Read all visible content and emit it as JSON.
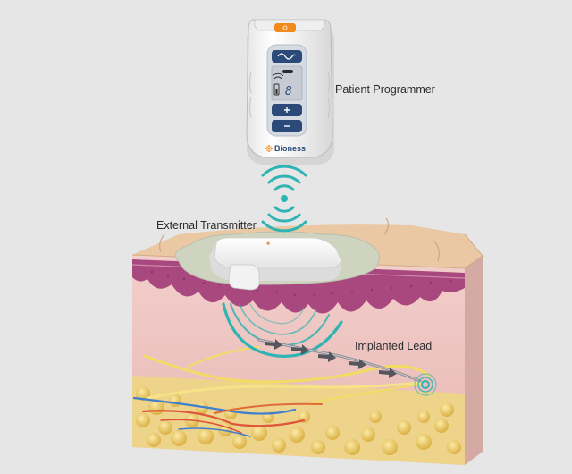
{
  "labels": {
    "patient_programmer": "Patient Programmer",
    "external_transmitter": "External Transmitter",
    "implanted_lead": "Implanted Lead"
  },
  "device": {
    "brand": "Bioness",
    "keypad_digit": "8"
  },
  "colors": {
    "background": "#e6e6e6",
    "signal_teal": "#2fb3b3",
    "programmer_orange": "#f08a1c",
    "keypad_navy": "#2b4a7a",
    "skin_surface": "#e9c7a3",
    "epidermis_magenta": "#a9487e",
    "dermis_pink": "#efc6c4",
    "fat_yellow": "#e9c75e",
    "nerve_yellow": "#f3dc63",
    "vessel_red": "#e0563a",
    "vessel_blue": "#3f7fd0"
  },
  "icons": [
    "power-button-icon",
    "waveform-icon",
    "battery-icon",
    "signal-icon",
    "plus-icon",
    "minus-icon",
    "bioness-logo-icon",
    "wireless-signal-icon",
    "flow-arrow-icon"
  ]
}
